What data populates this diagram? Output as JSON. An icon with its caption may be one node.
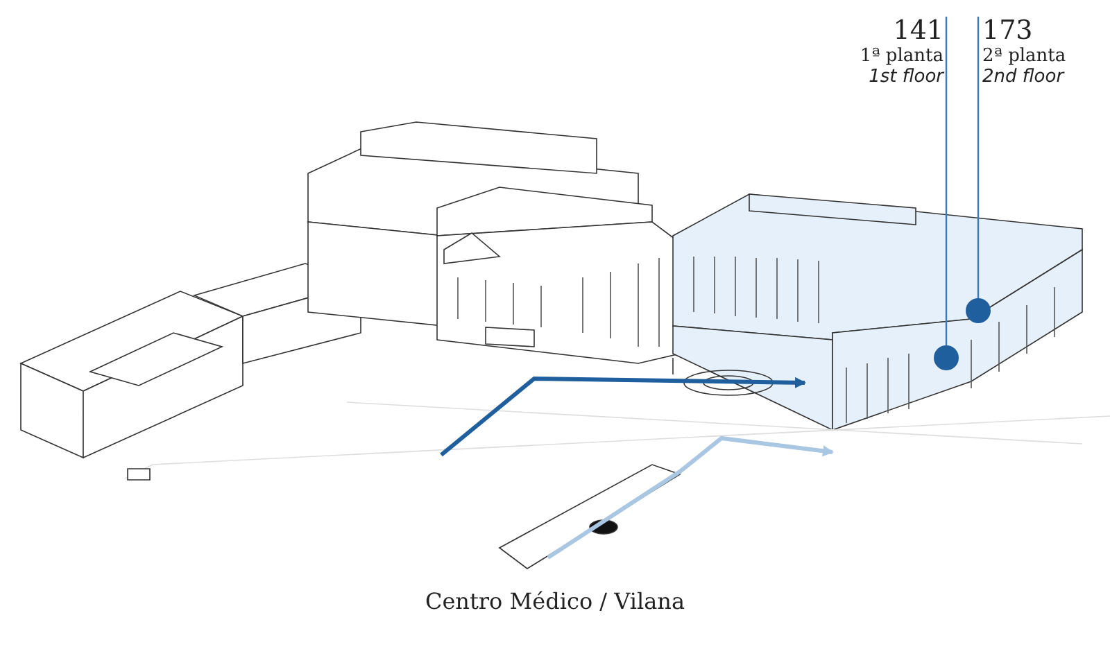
{
  "diagram": {
    "caption": "Centro Médico / Vilana",
    "nodes": [
      {
        "text": [
          "141",
          "1ª planta",
          "1st floor"
        ]
      },
      {
        "text": [
          "173",
          "2ª planta",
          "2nd floor"
        ]
      },
      {
        "text": [],
        "shape": "circle"
      },
      {
        "text": [],
        "shape": "circle"
      }
    ],
    "edges": [
      {
        "from": 0,
        "to": 2,
        "arrow": "none"
      },
      {
        "from": 1,
        "to": 3,
        "arrow": "none"
      }
    ]
  }
}
